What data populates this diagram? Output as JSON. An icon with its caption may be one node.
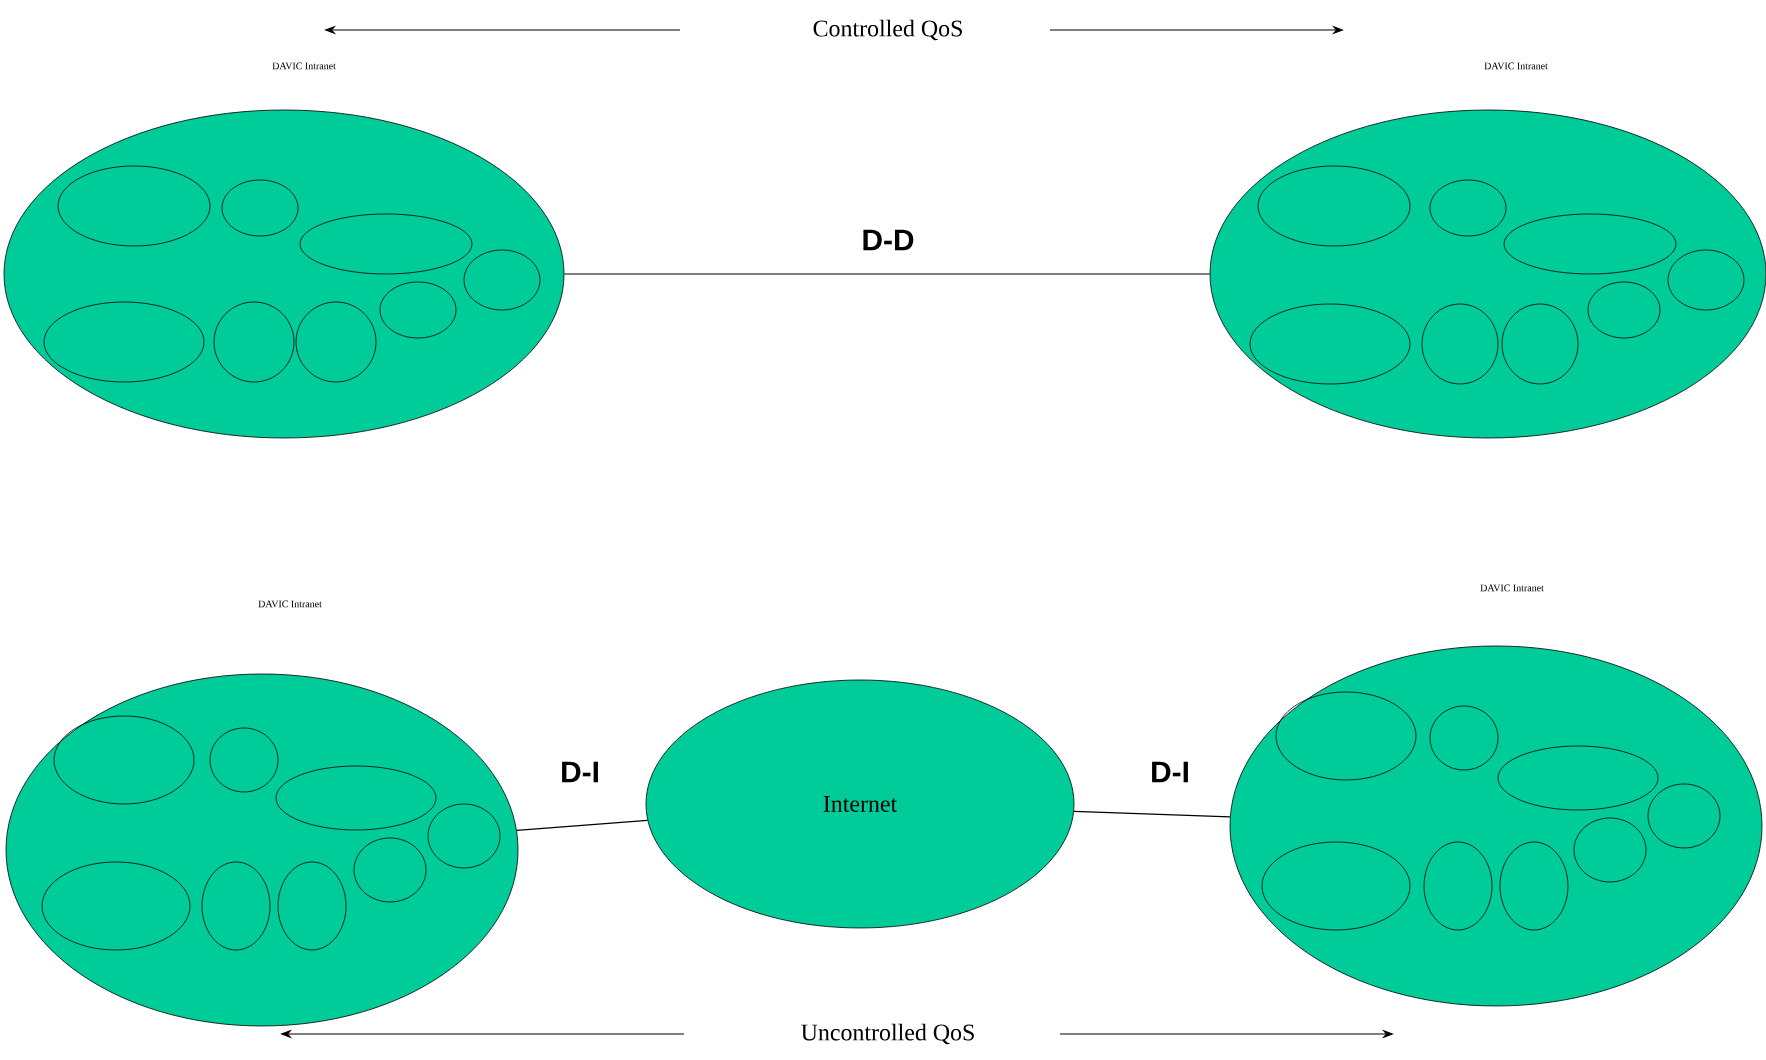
{
  "diagram": {
    "nodes": [
      {
        "text": [],
        "shape": "ellipse"
      },
      {
        "text": [],
        "shape": "ellipse",
        "in": 0
      },
      {
        "text": [],
        "shape": "ellipse",
        "in": 0
      },
      {
        "text": [],
        "shape": "ellipse",
        "in": 0
      },
      {
        "text": [],
        "shape": "ellipse",
        "in": 0
      },
      {
        "text": [],
        "shape": "ellipse",
        "in": 0
      },
      {
        "text": [],
        "shape": "ellipse",
        "in": 0
      },
      {
        "text": [],
        "shape": "ellipse",
        "in": 0
      },
      {
        "text": [],
        "shape": "ellipse",
        "in": 0
      },
      {
        "text": [],
        "shape": "ellipse"
      },
      {
        "text": [],
        "shape": "ellipse",
        "in": 9
      },
      {
        "text": [],
        "shape": "ellipse",
        "in": 9
      },
      {
        "text": [],
        "shape": "ellipse",
        "in": 9
      },
      {
        "text": [],
        "shape": "ellipse",
        "in": 9
      },
      {
        "text": [],
        "shape": "ellipse",
        "in": 9
      },
      {
        "text": [],
        "shape": "ellipse",
        "in": 9
      },
      {
        "text": [],
        "shape": "ellipse",
        "in": 9
      },
      {
        "text": [],
        "shape": "ellipse",
        "in": 9
      },
      {
        "text": [],
        "shape": "ellipse"
      },
      {
        "text": [],
        "shape": "ellipse",
        "in": 18
      },
      {
        "text": [],
        "shape": "ellipse",
        "in": 18
      },
      {
        "text": [],
        "shape": "ellipse",
        "in": 18
      },
      {
        "text": [],
        "shape": "ellipse",
        "in": 18
      },
      {
        "text": [],
        "shape": "ellipse",
        "in": 18
      },
      {
        "text": [],
        "shape": "ellipse",
        "in": 18
      },
      {
        "text": [],
        "shape": "ellipse",
        "in": 18
      },
      {
        "text": [],
        "shape": "ellipse",
        "in": 18
      },
      {
        "text": [
          "Internet"
        ]
      },
      {
        "text": [],
        "shape": "ellipse"
      },
      {
        "text": [],
        "shape": "ellipse",
        "in": 28
      },
      {
        "text": [],
        "shape": "ellipse",
        "in": 28
      },
      {
        "text": [],
        "shape": "ellipse",
        "in": 28
      },
      {
        "text": [],
        "shape": "ellipse",
        "in": 28
      },
      {
        "text": [],
        "shape": "ellipse",
        "in": 28
      },
      {
        "text": [],
        "shape": "ellipse",
        "in": 28
      },
      {
        "text": [],
        "shape": "ellipse",
        "in": 28
      },
      {
        "text": [],
        "shape": "ellipse",
        "in": 28
      }
    ],
    "edges": [
      {
        "from": 0,
        "to": 9,
        "arrow": "none",
        "label": "D-D"
      },
      {
        "from": 18,
        "to": 27,
        "arrow": "none",
        "label": "D-I"
      },
      {
        "from": 27,
        "to": 28,
        "arrow": "none",
        "label": "D-I"
      }
    ],
    "labels": [
      "Controlled QoS",
      "DAVIC Intranet",
      "DAVIC Intranet",
      "DAVIC Intranet",
      "DAVIC Intranet",
      "Uncontrolled QoS"
    ]
  }
}
